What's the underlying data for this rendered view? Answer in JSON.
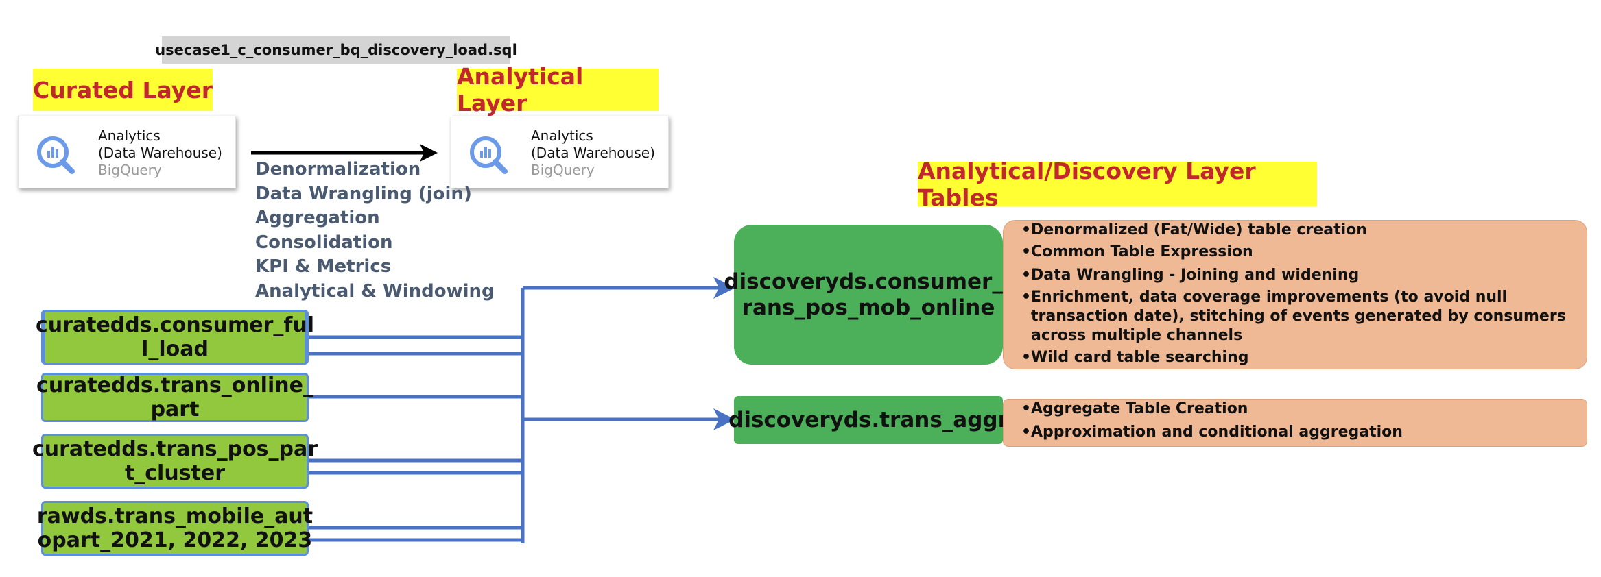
{
  "filename": "usecase1_c_consumer_bq_discovery_load.sql",
  "curated_layer_title": "Curated Layer",
  "analytical_layer_title": "Analytical Layer",
  "warehouse_card": {
    "line1": "Analytics",
    "line2": "(Data Warehouse)",
    "line3": "BigQuery"
  },
  "transform_steps": [
    "Denormalization",
    "Data Wrangling (join)",
    "Aggregation",
    "Consolidation",
    "KPI & Metrics",
    "Analytical & Windowing"
  ],
  "source_tables": [
    "curatedds.consumer_ful l_load",
    "curatedds.trans_online_ part",
    "curatedds.trans_pos_par t_cluster",
    "rawds.trans_mobile_aut opart_2021, 2022, 2023"
  ],
  "discovery_title": "Analytical/Discovery Layer Tables",
  "target_tables": [
    {
      "name": "discoveryds.consumer_t rans_pos_mob_online",
      "features": [
        "Denormalized (Fat/Wide) table creation",
        "Common Table Expression",
        "Data Wrangling - Joining and widening",
        "Enrichment, data coverage improvements (to avoid null transaction date), stitching of events generated by consumers across multiple channels",
        "Wild card table searching"
      ]
    },
    {
      "name": "discoveryds.trans_aggr",
      "features": [
        "Aggregate Table Creation",
        "Approximation and conditional aggregation"
      ]
    }
  ],
  "colors": {
    "layer_title_bg": "#ffff33",
    "layer_title_text": "#c0282d",
    "source_box": "#92c83e",
    "target_box": "#4caf5a",
    "desc_box": "#f0b995",
    "connector": "#4a72c4"
  },
  "icons": [
    "bigquery-icon",
    "arrow-right-icon"
  ]
}
